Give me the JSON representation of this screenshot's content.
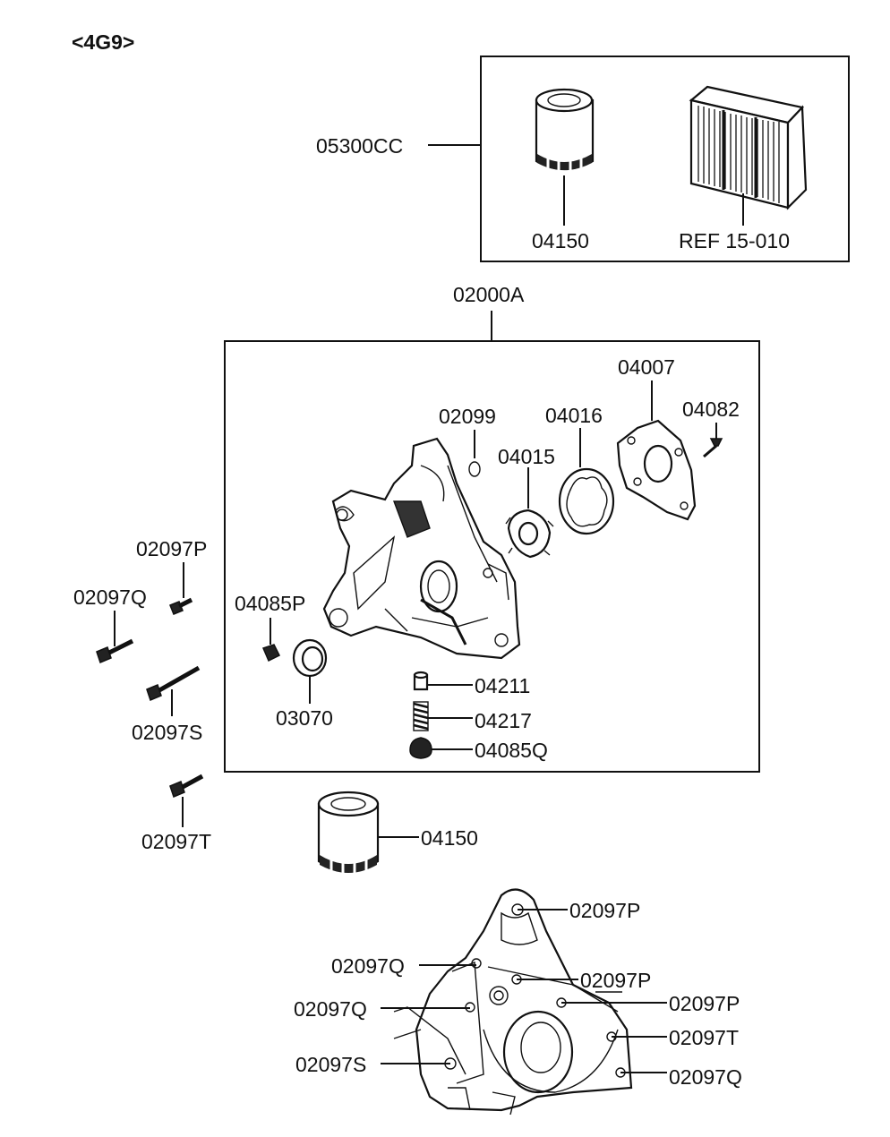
{
  "diagram": {
    "engine_title": "<4G9>",
    "kit": {
      "label": "05300CC"
    },
    "filter_top": {
      "label": "04150"
    },
    "air_filter_ref": {
      "label": "REF 15-010"
    },
    "pump_assembly": {
      "label": "02000A"
    },
    "parts": {
      "p02099": "02099",
      "p04016": "04016",
      "p04007": "04007",
      "p04082": "04082",
      "p04015": "04015",
      "p04085P": "04085P",
      "p03070": "03070",
      "p04211": "04211",
      "p04217": "04217",
      "p04085Q": "04085Q",
      "p04150_bottom": "04150"
    },
    "bolts_left": {
      "b02097P": "02097P",
      "b02097Q": "02097Q",
      "b02097S": "02097S",
      "b02097T": "02097T"
    },
    "bolt_map": {
      "top_p": "02097P",
      "q1": "02097Q",
      "p2": "02097P",
      "q2": "02097Q",
      "p3": "02097P",
      "t": "02097T",
      "s": "02097S",
      "q3": "02097Q"
    }
  }
}
